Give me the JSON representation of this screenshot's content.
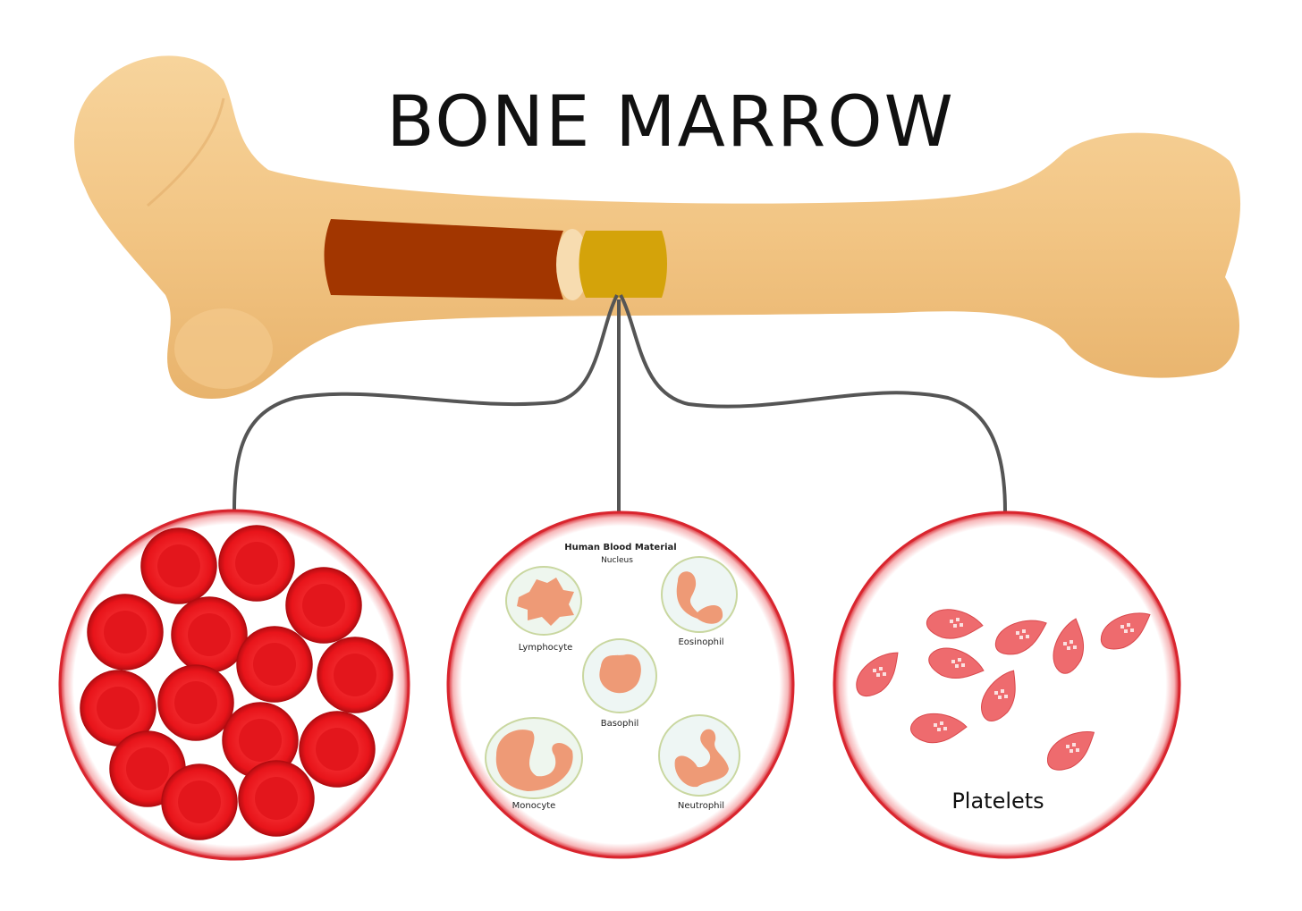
{
  "title": "BONE MARROW",
  "panels": {
    "red_cells": {},
    "white_cells": {
      "heading": "Human Blood Material",
      "subheading": "Nucleus",
      "cells": [
        {
          "label": "Lymphocyte"
        },
        {
          "label": "Eosinophil"
        },
        {
          "label": "Basophil"
        },
        {
          "label": "Monocyte"
        },
        {
          "label": "Neutrophil"
        }
      ]
    },
    "platelets": {
      "label": "Platelets"
    }
  },
  "colors": {
    "bone": "#f2c584",
    "marrow_red": "#a23600",
    "marrow_yellow": "#d4a30a",
    "red_cell": "#e8141a",
    "circle_border": "#d9252e",
    "platelet": "#ee6b6e",
    "connector": "#555555"
  }
}
